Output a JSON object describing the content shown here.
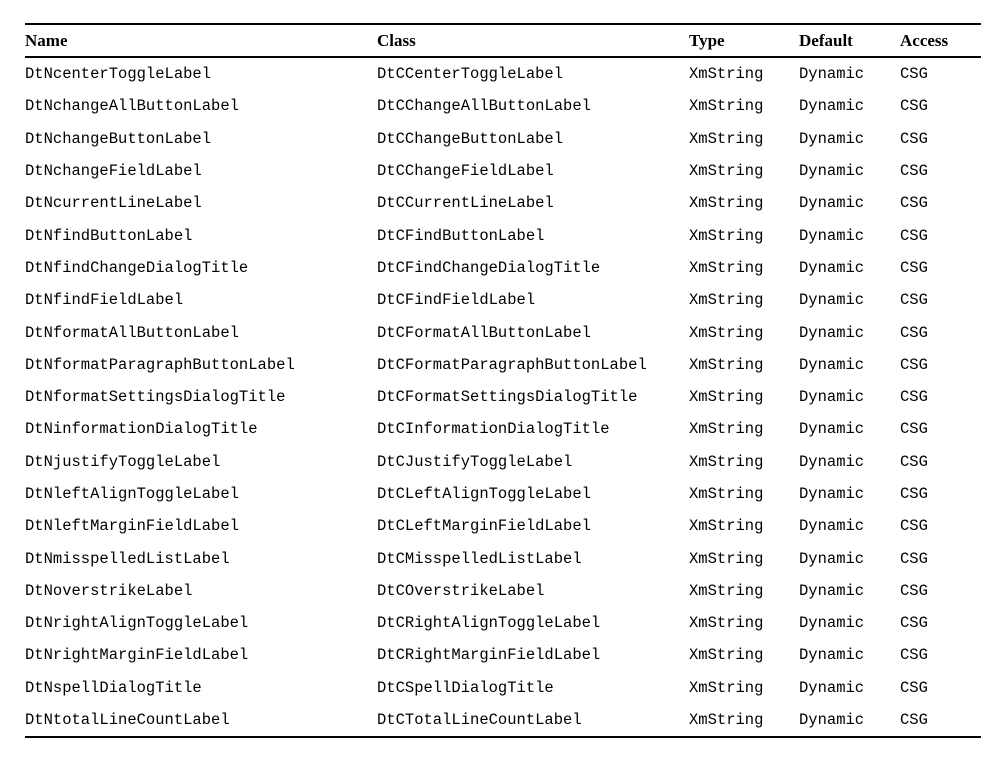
{
  "table": {
    "columns": [
      "Name",
      "Class",
      "Type",
      "Default",
      "Access"
    ],
    "rows": [
      {
        "name": "DtNcenterToggleLabel",
        "class": "DtCCenterToggleLabel",
        "type": "XmString",
        "default": "Dynamic",
        "access": "CSG"
      },
      {
        "name": "DtNchangeAllButtonLabel",
        "class": "DtCChangeAllButtonLabel",
        "type": "XmString",
        "default": "Dynamic",
        "access": "CSG"
      },
      {
        "name": "DtNchangeButtonLabel",
        "class": "DtCChangeButtonLabel",
        "type": "XmString",
        "default": "Dynamic",
        "access": "CSG"
      },
      {
        "name": "DtNchangeFieldLabel",
        "class": "DtCChangeFieldLabel",
        "type": "XmString",
        "default": "Dynamic",
        "access": "CSG"
      },
      {
        "name": "DtNcurrentLineLabel",
        "class": "DtCCurrentLineLabel",
        "type": "XmString",
        "default": "Dynamic",
        "access": "CSG"
      },
      {
        "name": "DtNfindButtonLabel",
        "class": "DtCFindButtonLabel",
        "type": "XmString",
        "default": "Dynamic",
        "access": "CSG"
      },
      {
        "name": "DtNfindChangeDialogTitle",
        "class": "DtCFindChangeDialogTitle",
        "type": "XmString",
        "default": "Dynamic",
        "access": "CSG"
      },
      {
        "name": "DtNfindFieldLabel",
        "class": "DtCFindFieldLabel",
        "type": "XmString",
        "default": "Dynamic",
        "access": "CSG"
      },
      {
        "name": "DtNformatAllButtonLabel",
        "class": "DtCFormatAllButtonLabel",
        "type": "XmString",
        "default": "Dynamic",
        "access": "CSG"
      },
      {
        "name": "DtNformatParagraphButtonLabel",
        "class": "DtCFormatParagraphButtonLabel",
        "type": "XmString",
        "default": "Dynamic",
        "access": "CSG"
      },
      {
        "name": "DtNformatSettingsDialogTitle",
        "class": "DtCFormatSettingsDialogTitle",
        "type": "XmString",
        "default": "Dynamic",
        "access": "CSG"
      },
      {
        "name": "DtNinformationDialogTitle",
        "class": "DtCInformationDialogTitle",
        "type": "XmString",
        "default": "Dynamic",
        "access": "CSG"
      },
      {
        "name": "DtNjustifyToggleLabel",
        "class": "DtCJustifyToggleLabel",
        "type": "XmString",
        "default": "Dynamic",
        "access": "CSG"
      },
      {
        "name": "DtNleftAlignToggleLabel",
        "class": "DtCLeftAlignToggleLabel",
        "type": "XmString",
        "default": "Dynamic",
        "access": "CSG"
      },
      {
        "name": "DtNleftMarginFieldLabel",
        "class": "DtCLeftMarginFieldLabel",
        "type": "XmString",
        "default": "Dynamic",
        "access": "CSG"
      },
      {
        "name": "DtNmisspelledListLabel",
        "class": "DtCMisspelledListLabel",
        "type": "XmString",
        "default": "Dynamic",
        "access": "CSG"
      },
      {
        "name": "DtNoverstrikeLabel",
        "class": "DtCOverstrikeLabel",
        "type": "XmString",
        "default": "Dynamic",
        "access": "CSG"
      },
      {
        "name": "DtNrightAlignToggleLabel",
        "class": "DtCRightAlignToggleLabel",
        "type": "XmString",
        "default": "Dynamic",
        "access": "CSG"
      },
      {
        "name": "DtNrightMarginFieldLabel",
        "class": "DtCRightMarginFieldLabel",
        "type": "XmString",
        "default": "Dynamic",
        "access": "CSG"
      },
      {
        "name": "DtNspellDialogTitle",
        "class": "DtCSpellDialogTitle",
        "type": "XmString",
        "default": "Dynamic",
        "access": "CSG"
      },
      {
        "name": "DtNtotalLineCountLabel",
        "class": "DtCTotalLineCountLabel",
        "type": "XmString",
        "default": "Dynamic",
        "access": "CSG"
      }
    ]
  }
}
